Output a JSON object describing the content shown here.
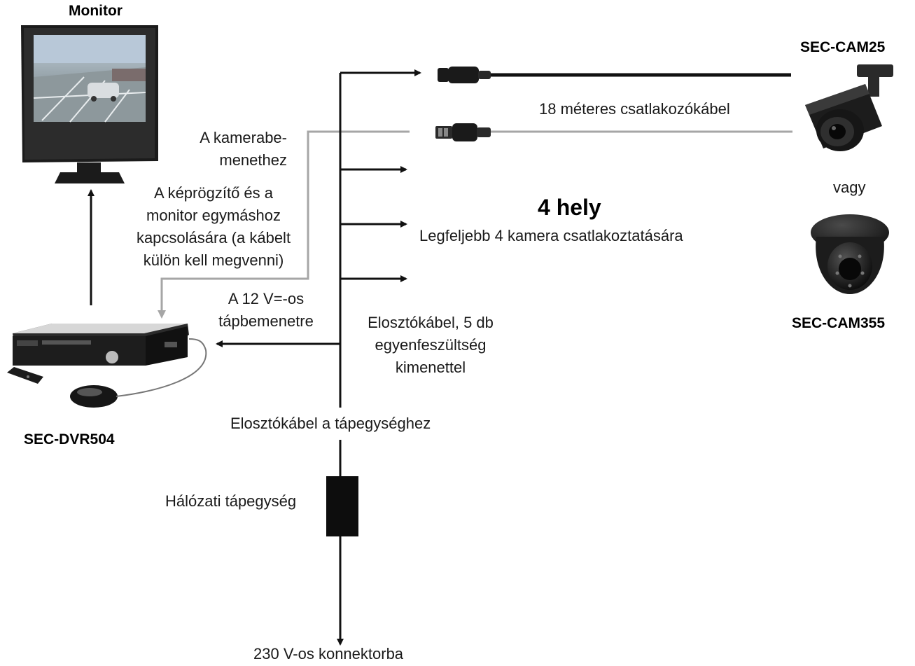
{
  "devices": {
    "monitor": "Monitor",
    "dvr": "SEC-DVR504",
    "cam25": "SEC-CAM25",
    "cam355": "SEC-CAM355"
  },
  "labels": {
    "cable_18m": "18 méteres csatlakozókábel",
    "vagy": "vagy",
    "four_places": "4 hely",
    "max_cameras": "Legfeljebb 4 kamera csatlakoztatására",
    "camera_input": [
      "A kamerabe-",
      "menethez"
    ],
    "connect_dvr_monitor": [
      "A képrögzítő és a",
      "monitor egymáshoz",
      "kapcsolására (a kábelt",
      "külön kell megvenni)"
    ],
    "power_input_12v": [
      "A 12 V=-os",
      "tápbemenetre"
    ],
    "distribution_cable": [
      "Elosztókábel, 5 db",
      "egyenfeszültség",
      "kimenettel"
    ],
    "psu_cable": "Elosztókábel a tápegységhez",
    "mains_psu": "Hálózati tápegység",
    "mains_230v": "230 V-os konnektorba"
  },
  "colors": {
    "line": "#111111",
    "gray_line": "#a6a6a6",
    "psu": "#0d0d0d"
  }
}
